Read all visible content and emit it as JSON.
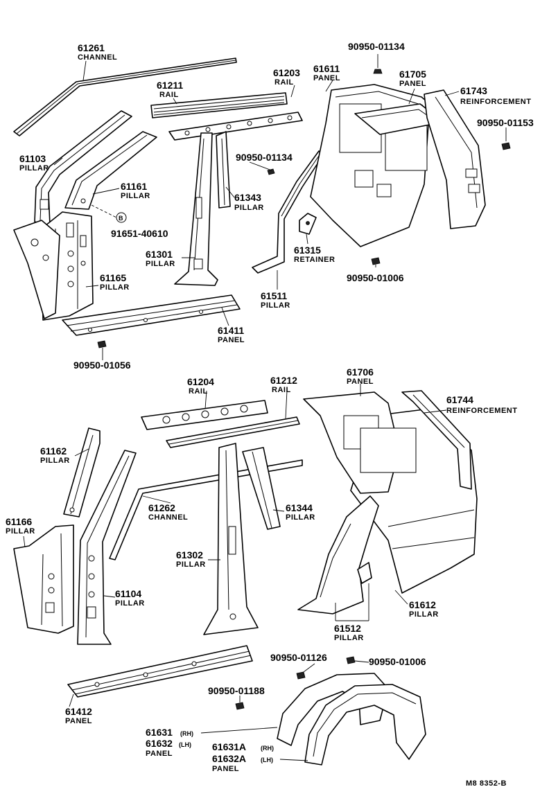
{
  "labels": {
    "p61261": {
      "num": "61261",
      "word": "CHANNEL"
    },
    "p61211": {
      "num": "61211",
      "word": "RAIL"
    },
    "p61203": {
      "num": "61203",
      "word": "RAIL"
    },
    "p61611": {
      "num": "61611",
      "word": "PANEL"
    },
    "p61705": {
      "num": "61705",
      "word": "PANEL"
    },
    "p61743": {
      "num": "61743",
      "word": "REINFORCEMENT"
    },
    "p61103": {
      "num": "61103",
      "word": "PILLAR"
    },
    "p61161": {
      "num": "61161",
      "word": "PILLAR"
    },
    "p61343": {
      "num": "61343",
      "word": "PILLAR"
    },
    "p61301": {
      "num": "61301",
      "word": "PILLAR"
    },
    "p61315": {
      "num": "61315",
      "word": "RETAINER"
    },
    "p61165": {
      "num": "61165",
      "word": "PILLAR"
    },
    "p61511": {
      "num": "61511",
      "word": "PILLAR"
    },
    "p61411": {
      "num": "61411",
      "word": "PANEL"
    },
    "p61204": {
      "num": "61204",
      "word": "RAIL"
    },
    "p61212": {
      "num": "61212",
      "word": "RAIL"
    },
    "p61706": {
      "num": "61706",
      "word": "PANEL"
    },
    "p61744": {
      "num": "61744",
      "word": "REINFORCEMENT"
    },
    "p61162": {
      "num": "61162",
      "word": "PILLAR"
    },
    "p61166": {
      "num": "61166",
      "word": "PILLAR"
    },
    "p61262": {
      "num": "61262",
      "word": "CHANNEL"
    },
    "p61344": {
      "num": "61344",
      "word": "PILLAR"
    },
    "p61302": {
      "num": "61302",
      "word": "PILLAR"
    },
    "p61104": {
      "num": "61104",
      "word": "PILLAR"
    },
    "p61612": {
      "num": "61612",
      "word": "PILLAR"
    },
    "p61512": {
      "num": "61512",
      "word": "PILLAR"
    },
    "p61412": {
      "num": "61412",
      "word": "PANEL"
    }
  },
  "fasteners": {
    "f1": "90950-01134",
    "f2": "90950-01153",
    "f3": "90950-01134",
    "f4": "91651-40610",
    "f5": "90950-01006",
    "f6": "90950-01056",
    "f7": "90950-01126",
    "f8": "90950-01006",
    "f9": "90950-01188"
  },
  "bolt_marker": "B",
  "wheelhouse": {
    "line1_num": "61631",
    "line1_side": "(RH)",
    "line2_num": "61632",
    "line2_side": "(LH)",
    "word": "PANEL",
    "alt1_num": "61631A",
    "alt1_side": "(RH)",
    "alt2_num": "61632A",
    "alt2_side": "(LH)",
    "alt_word": "PANEL"
  },
  "diagram_code": "M8  8352-B"
}
